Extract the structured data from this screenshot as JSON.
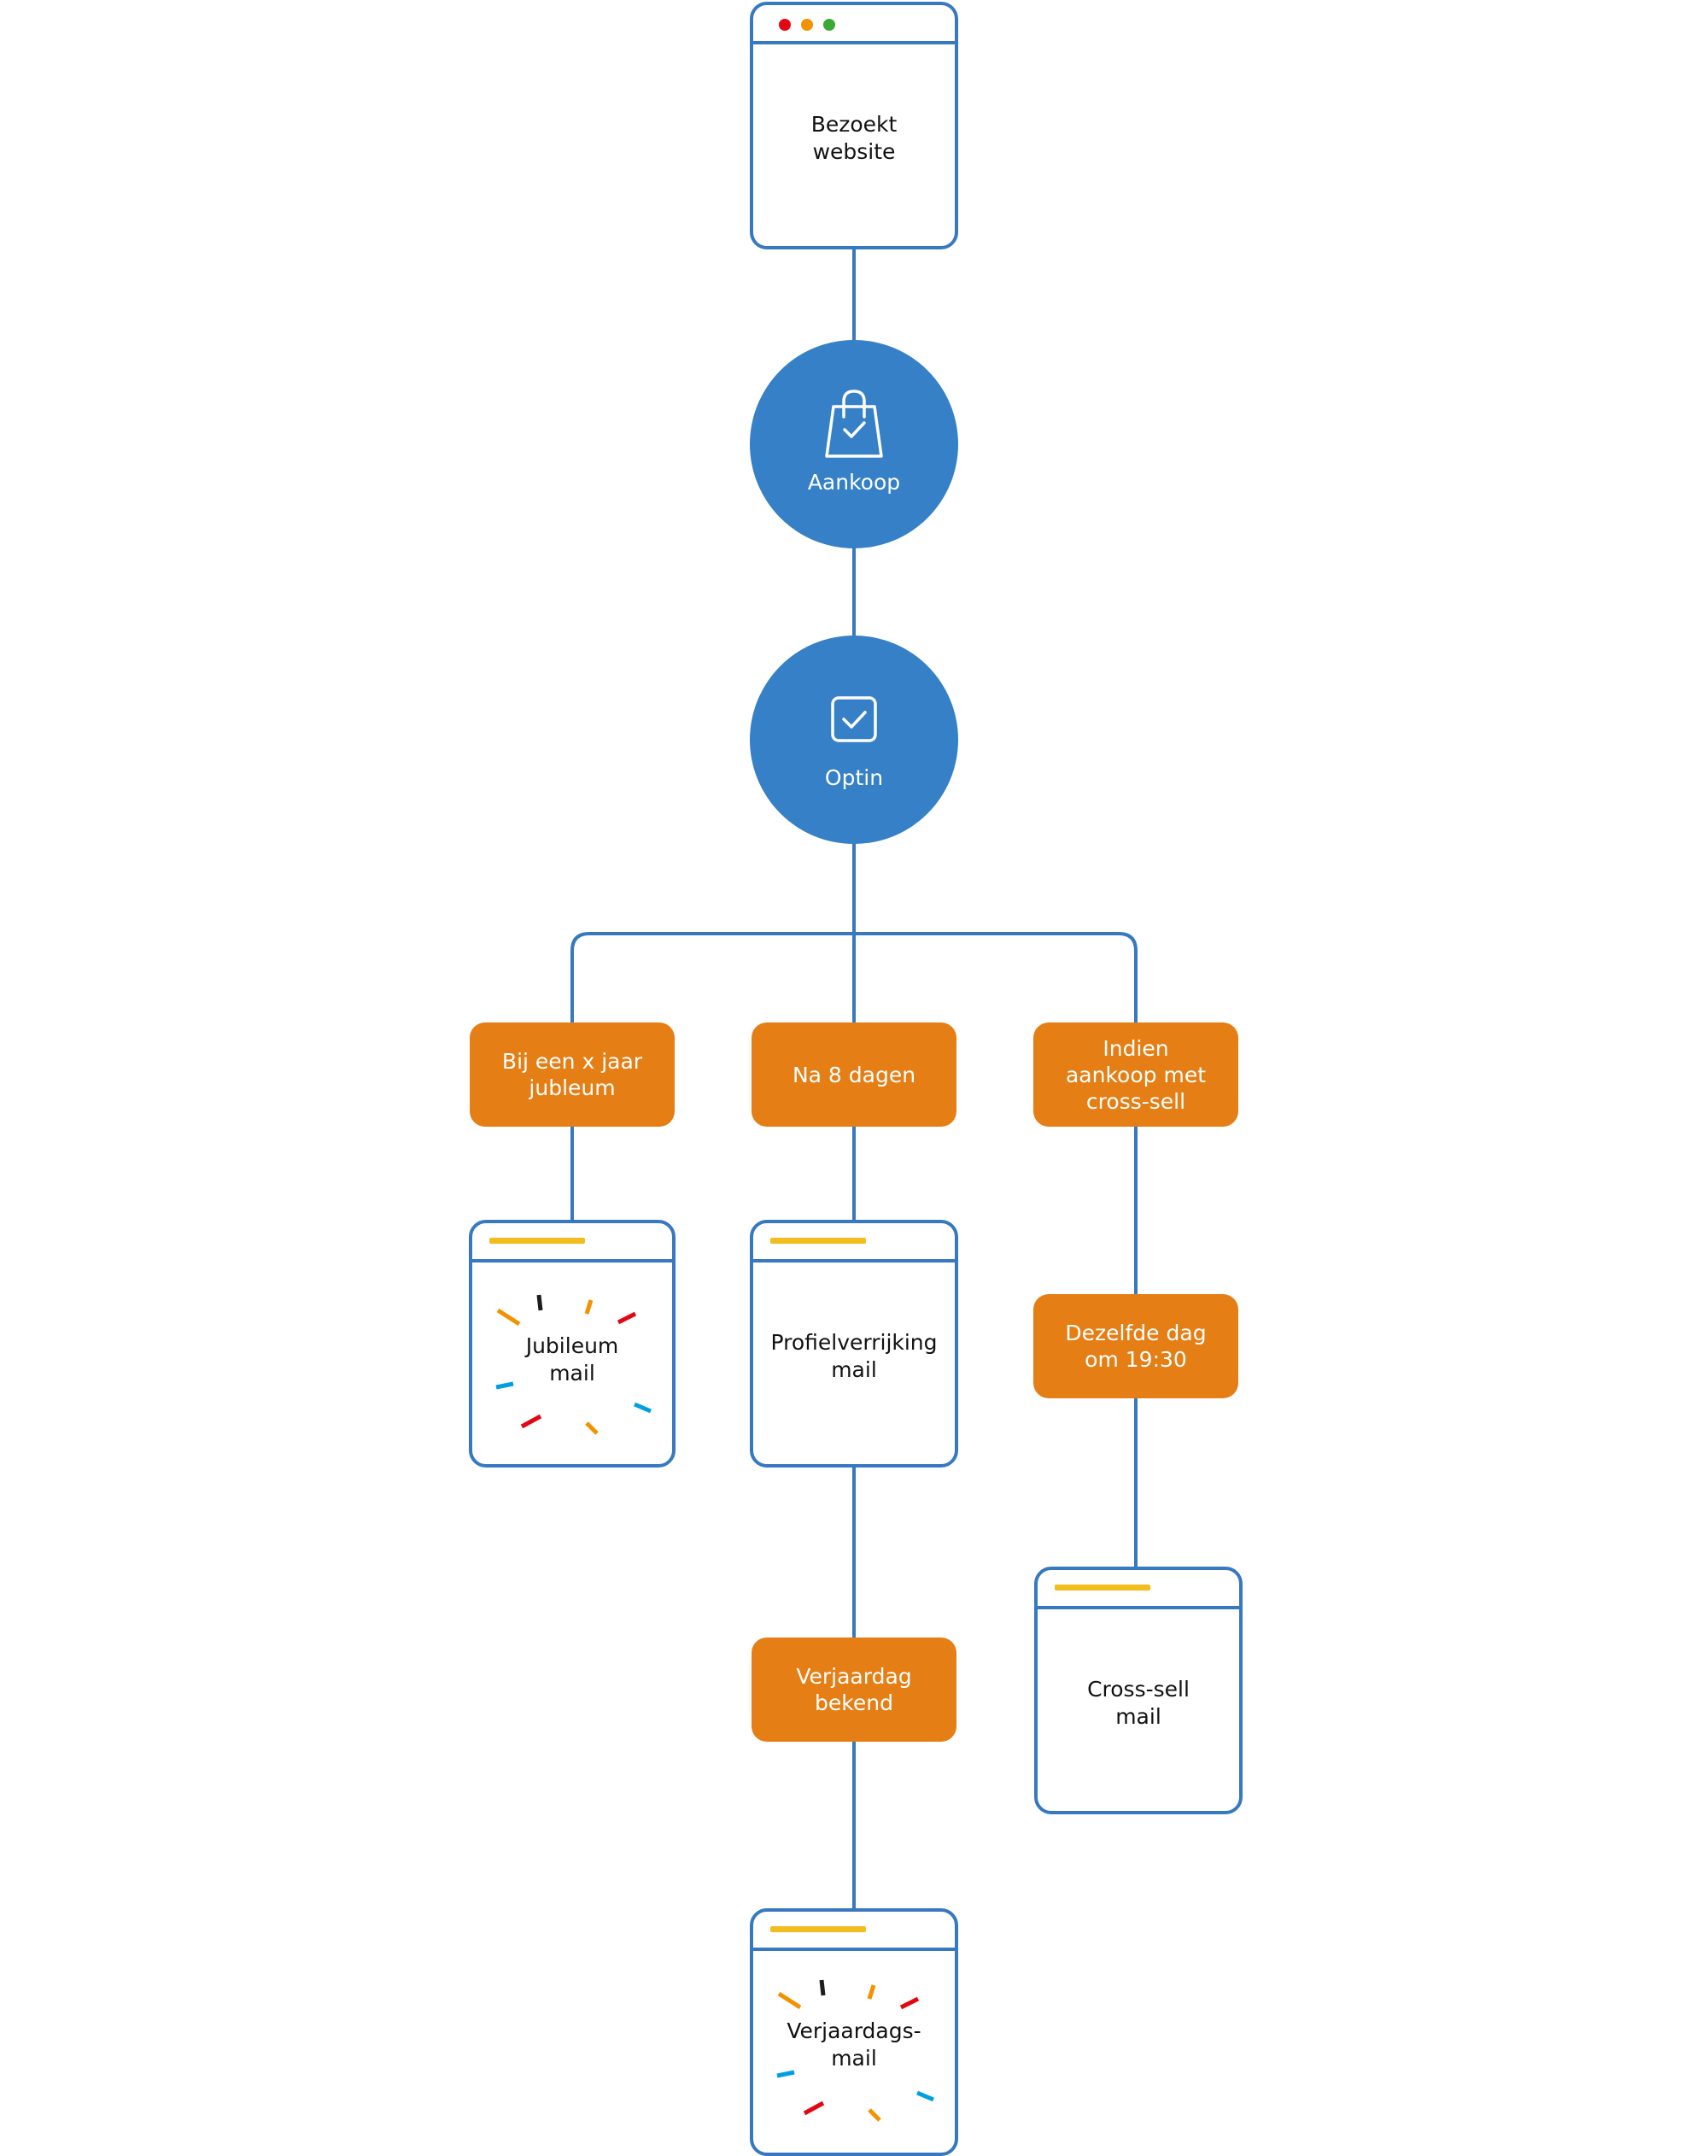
{
  "colors": {
    "line": "#3779c0",
    "circle": "#3580c6",
    "condition": "#e57e14",
    "mail_accent": "#f2bd1d",
    "dot_red": "#e30613",
    "dot_orange": "#f39200",
    "dot_green": "#3aaa35",
    "confetti": [
      "#f39200",
      "#1d1d1b",
      "#e30613",
      "#009fe3"
    ]
  },
  "nodes": {
    "visit": {
      "label": "Bezoekt\nwebsite",
      "icon": "browser-window-icon"
    },
    "purchase": {
      "label": "Aankoop",
      "icon": "shopping-bag-check-icon"
    },
    "optin": {
      "label": "Optin",
      "icon": "checkbox-check-icon"
    },
    "cond_jubilee": {
      "label": "Bij een x jaar\njubleum"
    },
    "cond_8days": {
      "label": "Na 8 dagen"
    },
    "cond_crosssell": {
      "label": "Indien\naankoop met\ncross-sell"
    },
    "mail_jubilee": {
      "label": "Jubileum\nmail",
      "icon": "confetti-icon"
    },
    "mail_profile": {
      "label": "Profielverrijking\nmail"
    },
    "cond_sameday": {
      "label": "Dezelfde dag\nom 19:30"
    },
    "cond_birthday": {
      "label": "Verjaardag\nbekend"
    },
    "mail_crosssell": {
      "label": "Cross-sell\nmail"
    },
    "mail_birthday": {
      "label": "Verjaardags-\nmail",
      "icon": "confetti-icon"
    }
  }
}
